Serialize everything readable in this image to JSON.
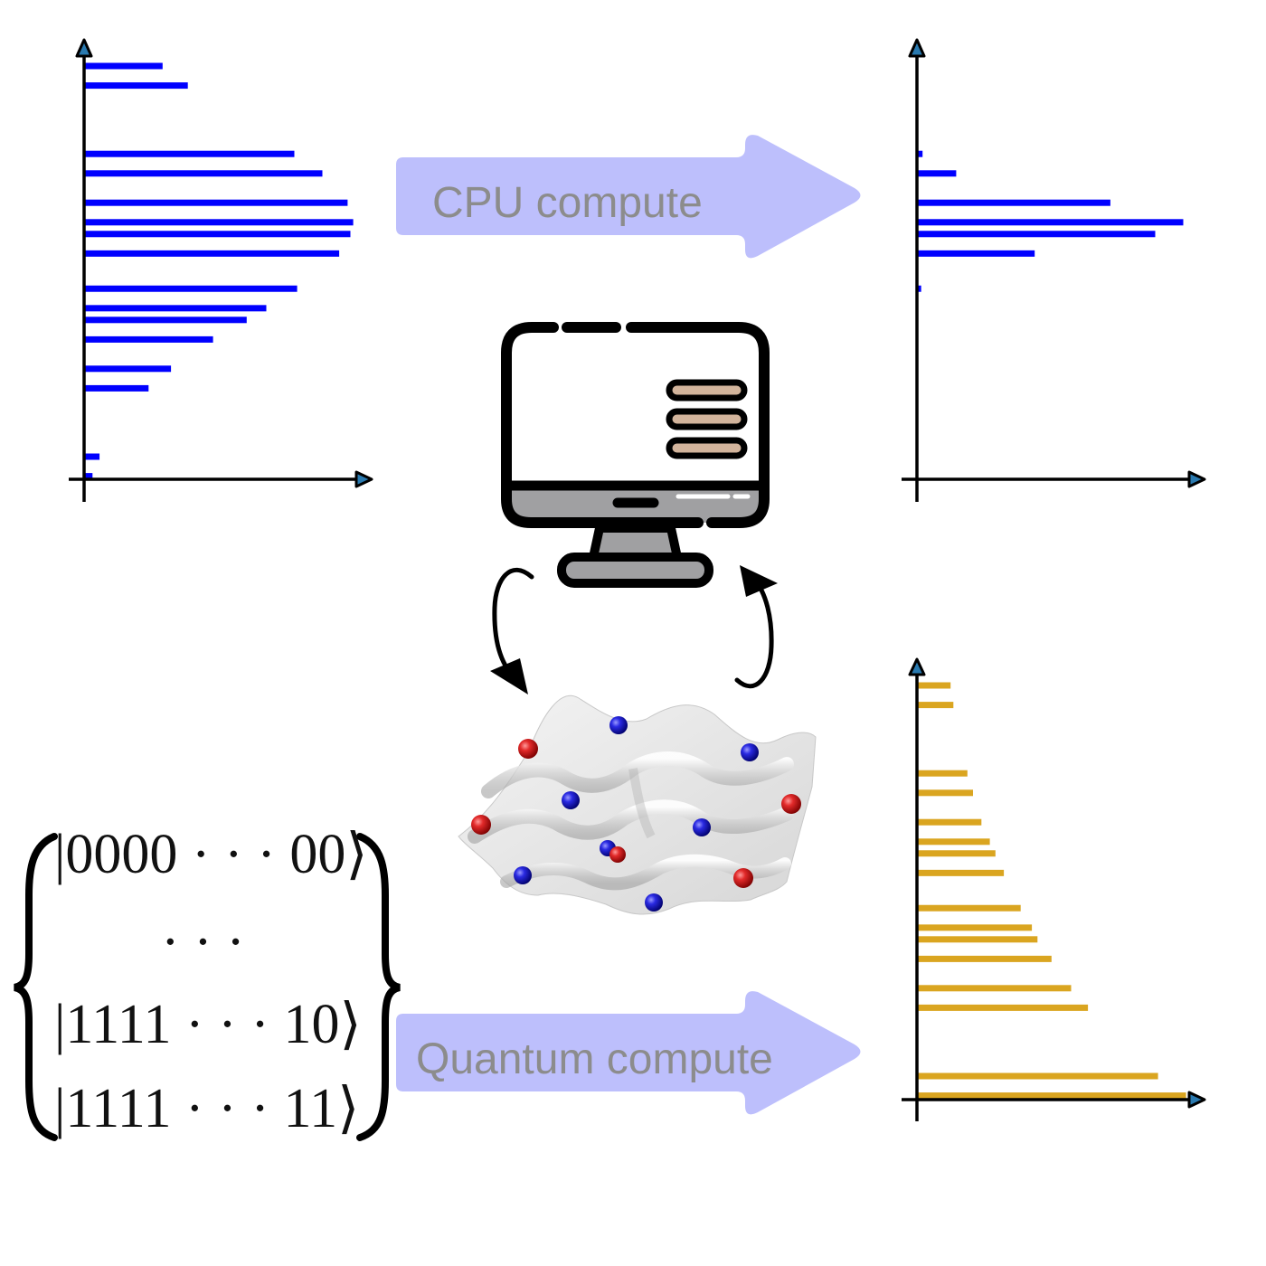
{
  "colors": {
    "cpu_bars": "#0000ff",
    "quantum_bars": "#daa520",
    "arrow_fill": "#bdbffc",
    "arrow_text": "#8c8c8c",
    "axis_head": "#2a7ab0",
    "monitor_bezel": "#a0a0a2",
    "monitor_lines": "#d2b49c",
    "qubit_red": "#d41a1a",
    "qubit_blue": "#1a1acc"
  },
  "arrows": {
    "cpu": {
      "label": "CPU compute"
    },
    "quantum": {
      "label": "Quantum compute"
    }
  },
  "basis_states": {
    "first": "|0000 · · · 00⟩",
    "ellipsis": "· · ·",
    "second_last": "|1111 · · · 10⟩",
    "last": "|1111 · · · 11⟩"
  },
  "icons": {
    "computer": "desktop-monitor-icon",
    "landscape": "energy-landscape-with-qubits",
    "cycle": "bidirectional-curved-arrows"
  },
  "chart_data": [
    {
      "name": "input-distribution",
      "type": "bar",
      "orientation": "horizontal",
      "title": "",
      "xlabel": "",
      "ylabel": "",
      "xlim": [
        0,
        1
      ],
      "color": "#0000ff",
      "rows": [
        1,
        2,
        5.5,
        6.5,
        8,
        9,
        9.6,
        10.6,
        12.4,
        13.4,
        14,
        15,
        16.5,
        17.5,
        21,
        22
      ],
      "values": [
        0.28,
        0.37,
        0.75,
        0.85,
        0.94,
        0.96,
        0.95,
        0.91,
        0.76,
        0.65,
        0.58,
        0.46,
        0.31,
        0.23,
        0.055,
        0.03
      ]
    },
    {
      "name": "cpu-output-distribution",
      "type": "bar",
      "orientation": "horizontal",
      "title": "",
      "xlabel": "",
      "ylabel": "",
      "xlim": [
        0,
        1
      ],
      "color": "#0000ff",
      "rows": [
        5.5,
        6.5,
        8,
        9,
        9.6,
        10.6,
        12.4
      ],
      "values": [
        0.02,
        0.14,
        0.69,
        0.95,
        0.85,
        0.42,
        0.015
      ]
    },
    {
      "name": "quantum-output-distribution",
      "type": "bar",
      "orientation": "horizontal",
      "title": "",
      "xlabel": "",
      "ylabel": "",
      "xlim": [
        0,
        1
      ],
      "color": "#daa520",
      "rows": [
        1,
        2,
        5.5,
        6.5,
        8,
        9,
        9.6,
        10.6,
        12.4,
        13.4,
        14,
        15,
        16.5,
        17.5,
        21,
        22
      ],
      "values": [
        0.12,
        0.13,
        0.18,
        0.2,
        0.23,
        0.26,
        0.28,
        0.31,
        0.37,
        0.41,
        0.43,
        0.48,
        0.55,
        0.61,
        0.86,
        0.96
      ]
    }
  ]
}
